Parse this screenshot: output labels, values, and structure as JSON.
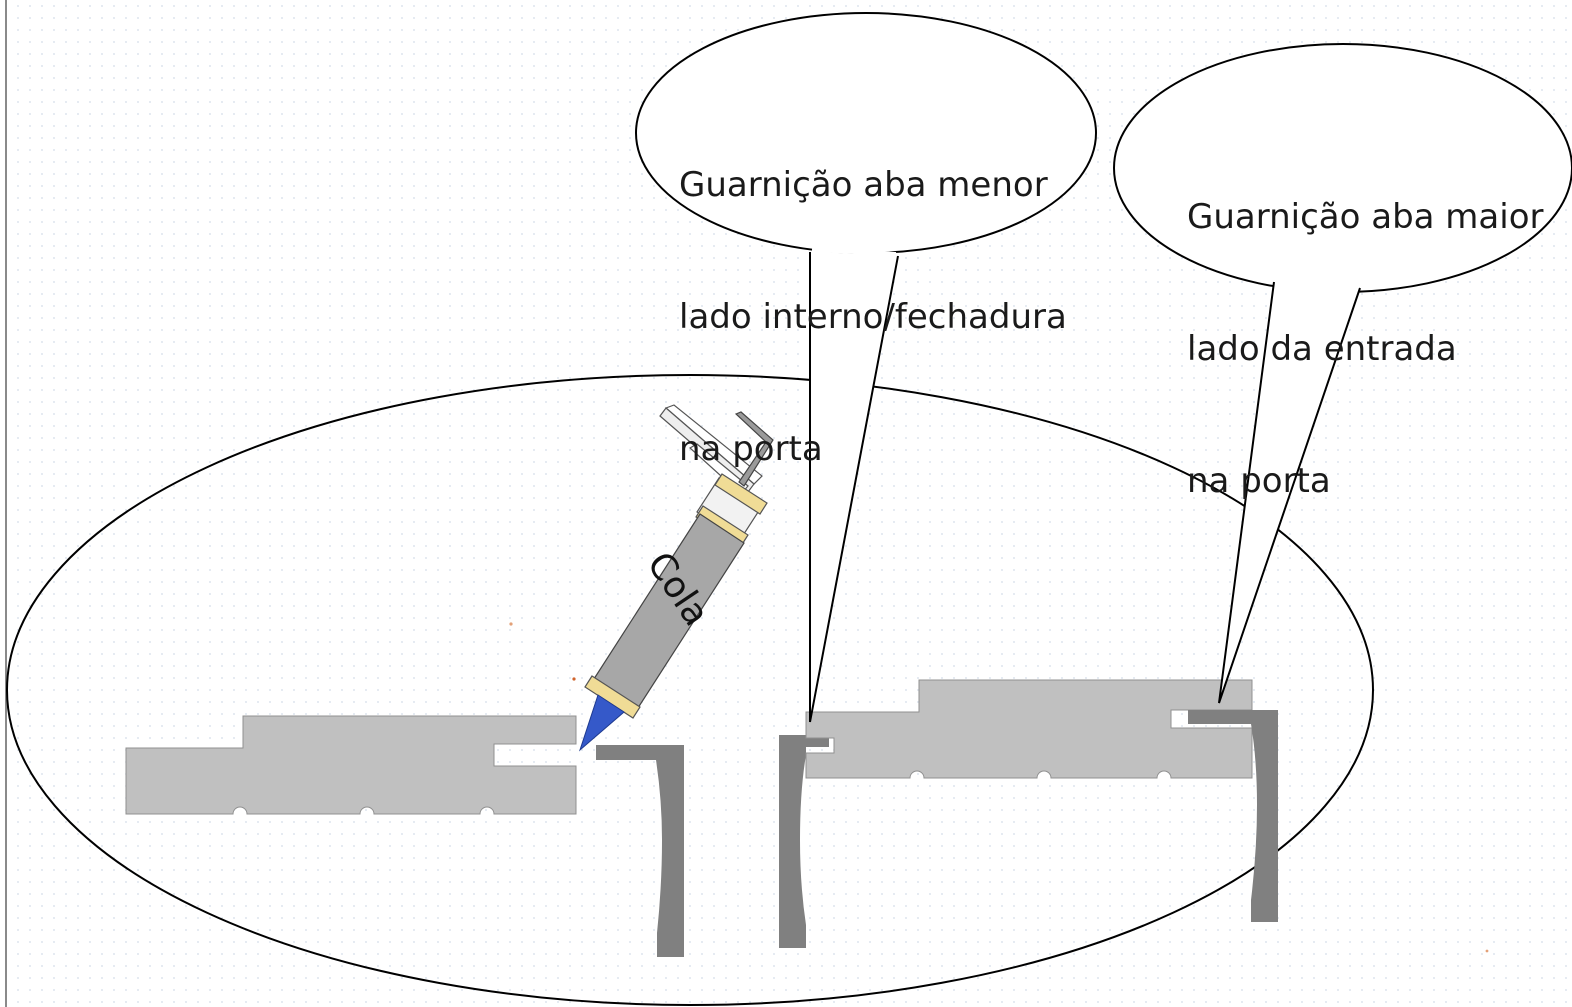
{
  "callouts": {
    "left": {
      "lines": [
        "Guarnição aba menor",
        "lado interno/fechadura",
        "na porta"
      ]
    },
    "right": {
      "lines": [
        "Guarnição aba maior",
        "lado da entrada",
        "na porta"
      ]
    }
  },
  "glue_gun": {
    "label": "Cola"
  },
  "colors": {
    "wood": "#c0c0c0",
    "frame": "#808080",
    "tube": "#a7a7a7",
    "ring": "#f0dc96",
    "nozzle": "#3559c9",
    "stroke": "#000000"
  }
}
